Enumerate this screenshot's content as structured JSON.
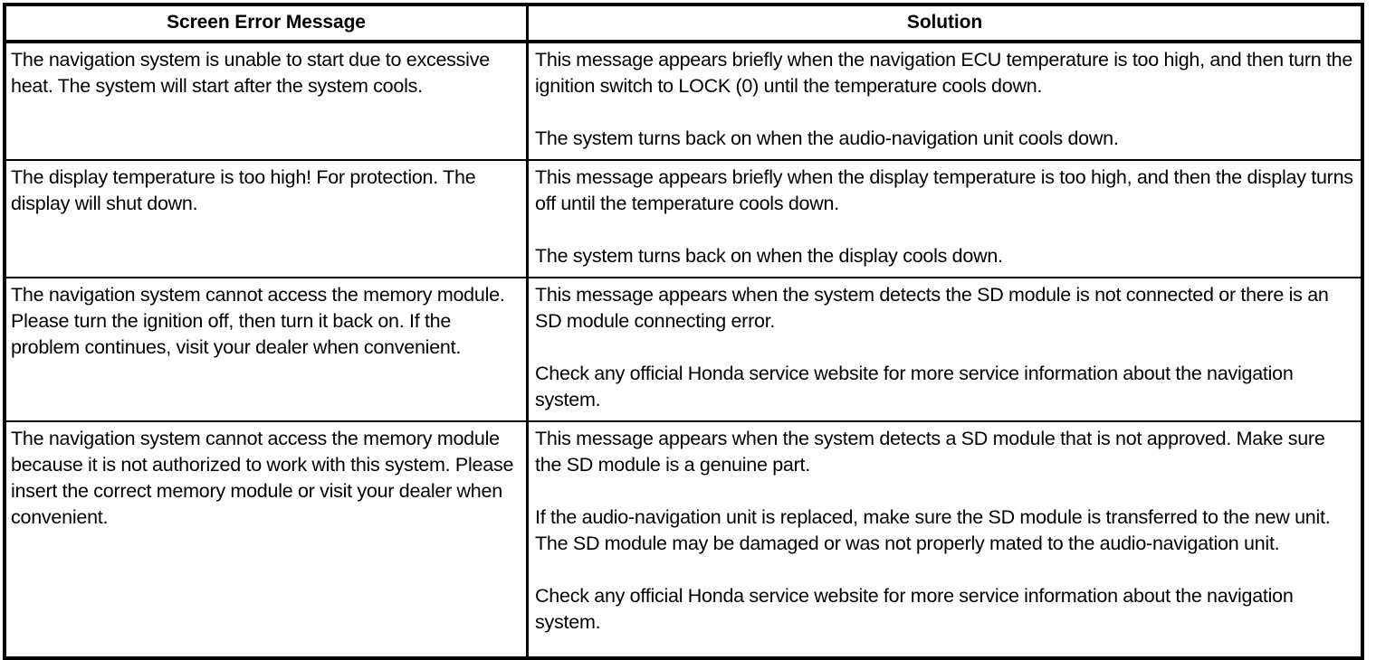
{
  "table": {
    "headers": {
      "message": "Screen Error Message",
      "solution": "Solution"
    },
    "rows": [
      {
        "message": "The navigation system is unable to start due to excessive heat. The system will start after the system cools.",
        "solution_paragraphs": [
          "This message appears briefly when the navigation ECU temperature is too high, and then turn the ignition switch to LOCK (0) until the temperature cools down.",
          "The system turns back on when the audio-navigation unit cools down."
        ]
      },
      {
        "message": "The display temperature is too high! For protection. The display will shut down.",
        "solution_paragraphs": [
          "This message appears briefly when the display temperature is too high, and then the display turns off until the temperature cools down.",
          "The system turns back on when the display cools down."
        ]
      },
      {
        "message": "The navigation system cannot access the memory module. Please turn the ignition off, then turn it back on. If the problem continues, visit your dealer when convenient.",
        "solution_paragraphs": [
          "This message appears when the system detects the SD module is not connected or there is an SD module connecting error.",
          "Check any official Honda service website for more service information about the navigation system."
        ]
      },
      {
        "message": "The navigation system cannot access the memory module because it is not authorized to work with this system. Please insert the correct memory module or visit your dealer when convenient.",
        "solution_paragraphs": [
          "This message appears when the system detects a SD module that is not approved. Make sure the SD module is a genuine part.",
          "If the audio-navigation unit is replaced, make sure the SD module is transferred to the new unit. The SD module may be damaged or was not properly mated to the audio-navigation unit.",
          "Check any official Honda service website for more service information about the navigation system."
        ]
      }
    ]
  },
  "colors": {
    "border": "#000000",
    "text": "#000000",
    "background": "#ffffff"
  }
}
